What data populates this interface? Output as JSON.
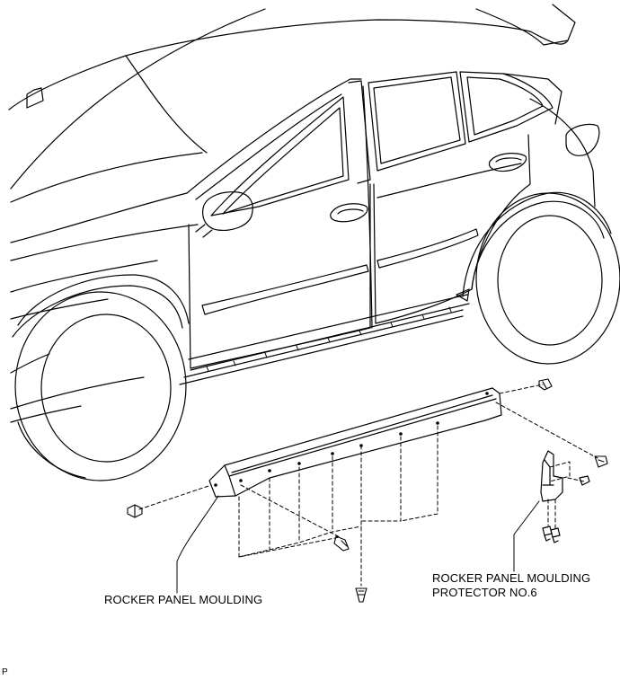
{
  "labels": {
    "rocker_panel_moulding": "ROCKER PANEL MOULDING",
    "protector_line1": "ROCKER PANEL MOULDING",
    "protector_line2": "PROTECTOR NO.6",
    "corner_code": "P"
  },
  "colors": {
    "line": "#000000",
    "background": "#ffffff"
  }
}
